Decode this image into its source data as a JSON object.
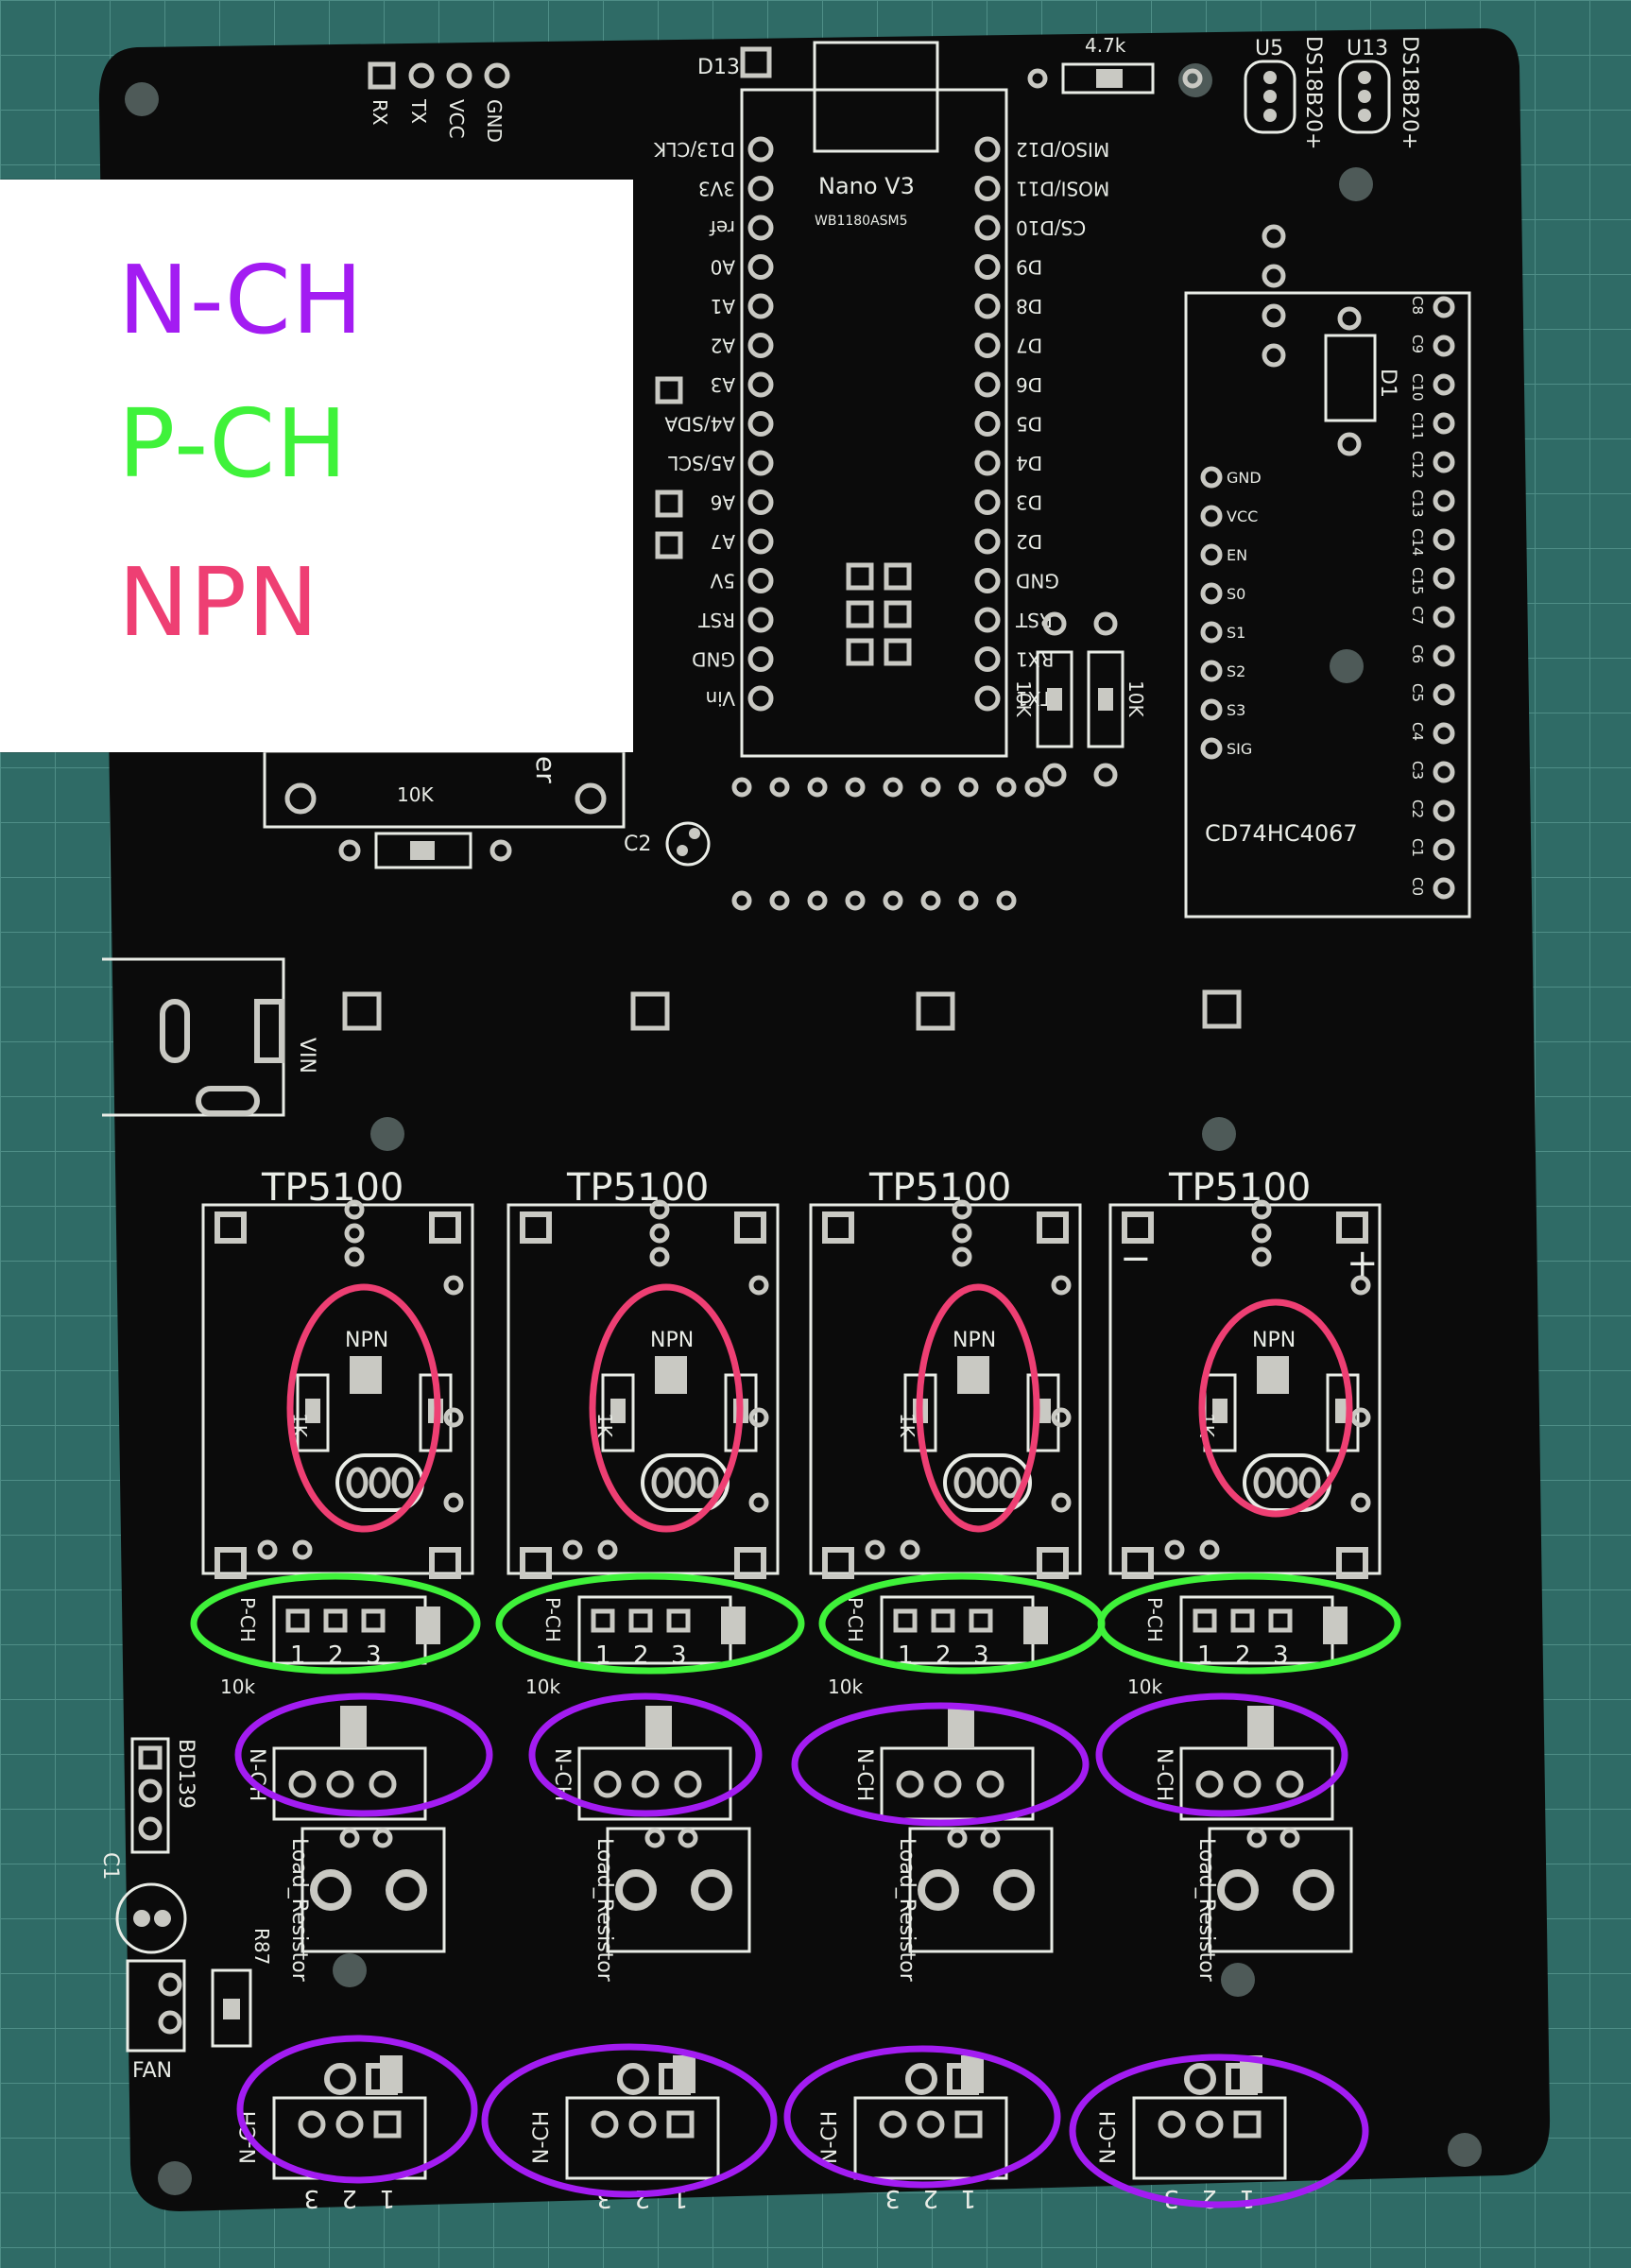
{
  "legend": {
    "items": [
      {
        "label": "N-CH",
        "color": "#a31cf2"
      },
      {
        "label": "P-CH",
        "color": "#3ff23a"
      },
      {
        "label": "NPN",
        "color": "#ee3f73"
      }
    ]
  },
  "board": {
    "header_pins": [
      "RX",
      "TX",
      "VCC",
      "GND"
    ],
    "top_labels": {
      "d13": "D13",
      "nano": "Nano V3",
      "nano_sub": "WB1180ASM5",
      "resistor": "4.7k",
      "u5": "U5",
      "u13": "U13",
      "ds1": "DS18B20+",
      "ds2": "DS18B20+",
      "d1": "D1",
      "mux": "CD74HC4067",
      "res10k_a": "10K",
      "res10k_b": "10K",
      "res10k_c": "10K",
      "c2": "C2",
      "vin": "VIN",
      "bd139": "BD139",
      "c1": "C1",
      "fan": "FAN",
      "r87": "R87",
      "er": "er"
    },
    "nano_left_pins": [
      "D13/CLK",
      "3V3",
      "ref",
      "A0",
      "A1",
      "A2",
      "A3",
      "A4/SDA",
      "A5/SCL",
      "A6",
      "A7",
      "5V",
      "RST",
      "GND",
      "Vin"
    ],
    "nano_right_pins": [
      "MISO/D12",
      "MOSI/D11",
      "CS/D10",
      "D9",
      "D8",
      "D7",
      "D6",
      "D5",
      "D4",
      "D3",
      "D2",
      "GND",
      "RST",
      "RX1",
      "TX1"
    ],
    "mux_left_pins": [
      "GND",
      "VCC",
      "EN",
      "S0",
      "S1",
      "S2",
      "S3",
      "SIG"
    ],
    "mux_right_pins": [
      "C8",
      "C9",
      "C10",
      "C11",
      "C12",
      "C13",
      "C14",
      "C15",
      "C7",
      "C6",
      "C5",
      "C4",
      "C3",
      "C2",
      "C1",
      "C0"
    ],
    "modules": [
      {
        "title": "TP5100",
        "npn": "NPN",
        "res": "1K",
        "k10": "10k",
        "nch": "N-CH",
        "load": "Load_Resistor",
        "pch": "P-CH",
        "pins": [
          "1",
          "2",
          "3"
        ]
      },
      {
        "title": "TP5100",
        "npn": "NPN",
        "res": "1K",
        "k10": "10k",
        "nch": "N-CH",
        "load": "Load_Resistor",
        "pch": "P-CH",
        "pins": [
          "1",
          "2",
          "3"
        ]
      },
      {
        "title": "TP5100",
        "npn": "NPN",
        "res": "1K",
        "k10": "10k",
        "nch": "N-CH",
        "load": "Load_Resistor",
        "pch": "P-CH",
        "pins": [
          "1",
          "2",
          "3"
        ]
      },
      {
        "title": "TP5100",
        "npn": "NPN",
        "res": "1K",
        "k10": "10k",
        "nch": "N-CH",
        "load": "Load_Resistor",
        "pch": "P-CH",
        "pins": [
          "1",
          "2",
          "3"
        ]
      }
    ],
    "bottom_nch": [
      {
        "label": "N-CH",
        "pins": [
          "1",
          "2",
          "3"
        ]
      },
      {
        "label": "N-CH",
        "pins": [
          "1",
          "2",
          "3"
        ]
      },
      {
        "label": "N-CH",
        "pins": [
          "1",
          "2",
          "3"
        ]
      },
      {
        "label": "N-CH",
        "pins": [
          "1",
          "2",
          "3"
        ]
      }
    ],
    "plus": "+",
    "minus": "−"
  },
  "colors": {
    "mat": "#2f6b66",
    "board": "#0b0b0b",
    "silk": "#e9ece6",
    "nch_ring": "#a31cf2",
    "pch_ring": "#3ff23a",
    "npn_ring": "#ee3f73"
  }
}
